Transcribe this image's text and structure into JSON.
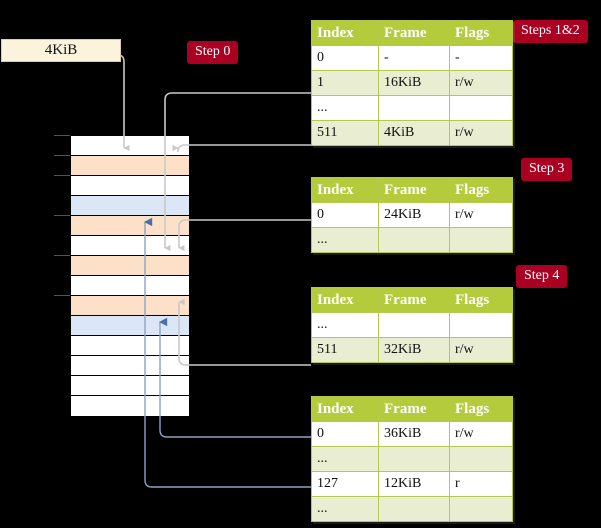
{
  "title": "Multi-level page table walk diagram",
  "colors": {
    "badge_bg": "#aa0022",
    "table_header_bg": "#b4cc3c",
    "table_alt_row": "#e9eed2",
    "table_highlight": "#fbf5a8",
    "mem_orange": "#fde0c8",
    "mem_blue": "#dbe7f7",
    "src_box_bg": "#fcf3dc",
    "grey_arrow": "#cccccc",
    "blue_arrow": "#4a6fa5"
  },
  "source_box": {
    "label": "4KiB"
  },
  "badges": [
    {
      "id": "step-0",
      "label": "Step 0"
    },
    {
      "id": "steps-1-2",
      "label": "Steps 1&2"
    },
    {
      "id": "step-3",
      "label": "Step 3"
    },
    {
      "id": "step-4",
      "label": "Step 4"
    }
  ],
  "table_columns": [
    "Index",
    "Frame",
    "Flags"
  ],
  "tables": [
    {
      "id": "table-level-0",
      "rows": [
        {
          "index": "0",
          "frame": "-",
          "flags": "-",
          "alt": false,
          "highlight": false
        },
        {
          "index": "1",
          "frame": "16KiB",
          "flags": "r/w",
          "alt": true,
          "highlight": false
        },
        {
          "index": "...",
          "frame": "",
          "flags": "",
          "alt": false,
          "highlight": false
        },
        {
          "index": "511",
          "frame": "4KiB",
          "flags": "r/w",
          "alt": true,
          "highlight": true
        }
      ]
    },
    {
      "id": "table-level-1",
      "rows": [
        {
          "index": "0",
          "frame": "24KiB",
          "flags": "r/w",
          "alt": false,
          "highlight": false
        },
        {
          "index": "...",
          "frame": "",
          "flags": "",
          "alt": true,
          "highlight": false
        }
      ]
    },
    {
      "id": "table-level-2",
      "rows": [
        {
          "index": "...",
          "frame": "",
          "flags": "",
          "alt": false,
          "highlight": false
        },
        {
          "index": "511",
          "frame": "32KiB",
          "flags": "r/w",
          "alt": true,
          "highlight": false
        }
      ]
    },
    {
      "id": "table-level-3",
      "rows": [
        {
          "index": "0",
          "frame": "36KiB",
          "flags": "r/w",
          "alt": false,
          "highlight": false
        },
        {
          "index": "...",
          "frame": "",
          "flags": "",
          "alt": true,
          "highlight": false
        },
        {
          "index": "127",
          "frame": "12KiB",
          "flags": "r",
          "alt": false,
          "highlight": false
        },
        {
          "index": "...",
          "frame": "",
          "flags": "",
          "alt": true,
          "highlight": false
        }
      ]
    }
  ],
  "memory_rows": [
    {
      "fill": "white"
    },
    {
      "fill": "orange"
    },
    {
      "fill": "white"
    },
    {
      "fill": "blue"
    },
    {
      "fill": "orange"
    },
    {
      "fill": "white"
    },
    {
      "fill": "orange"
    },
    {
      "fill": "white"
    },
    {
      "fill": "orange"
    },
    {
      "fill": "blue"
    },
    {
      "fill": "white"
    },
    {
      "fill": "white"
    },
    {
      "fill": "white"
    },
    {
      "fill": "white"
    }
  ],
  "memory_ticks": [
    135,
    155,
    175,
    215,
    255,
    295
  ]
}
